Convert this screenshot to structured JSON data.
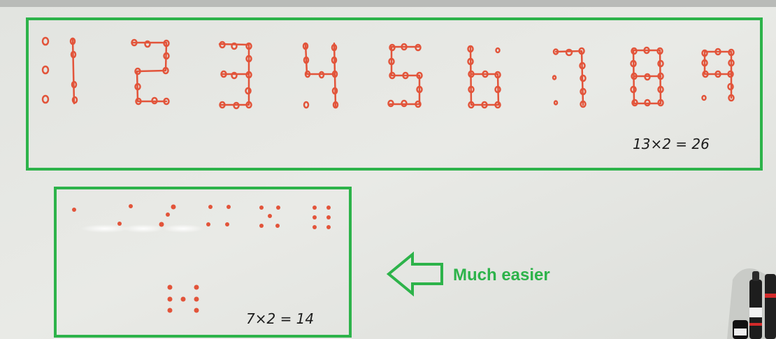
{
  "box_top": {
    "digits": [
      "1",
      "2",
      "3",
      "4",
      "5",
      "6",
      "7",
      "8",
      "9"
    ],
    "equation": "13×2 = 26"
  },
  "box_bottom": {
    "equation": "7×2 = 14"
  },
  "arrow_label": "Much easier",
  "colors": {
    "box_outline": "#2db34a",
    "arrow_text": "#2db34a",
    "ink_red": "#e2543a",
    "ink_black": "#1c1c1c",
    "board": "#e6e7e3"
  }
}
